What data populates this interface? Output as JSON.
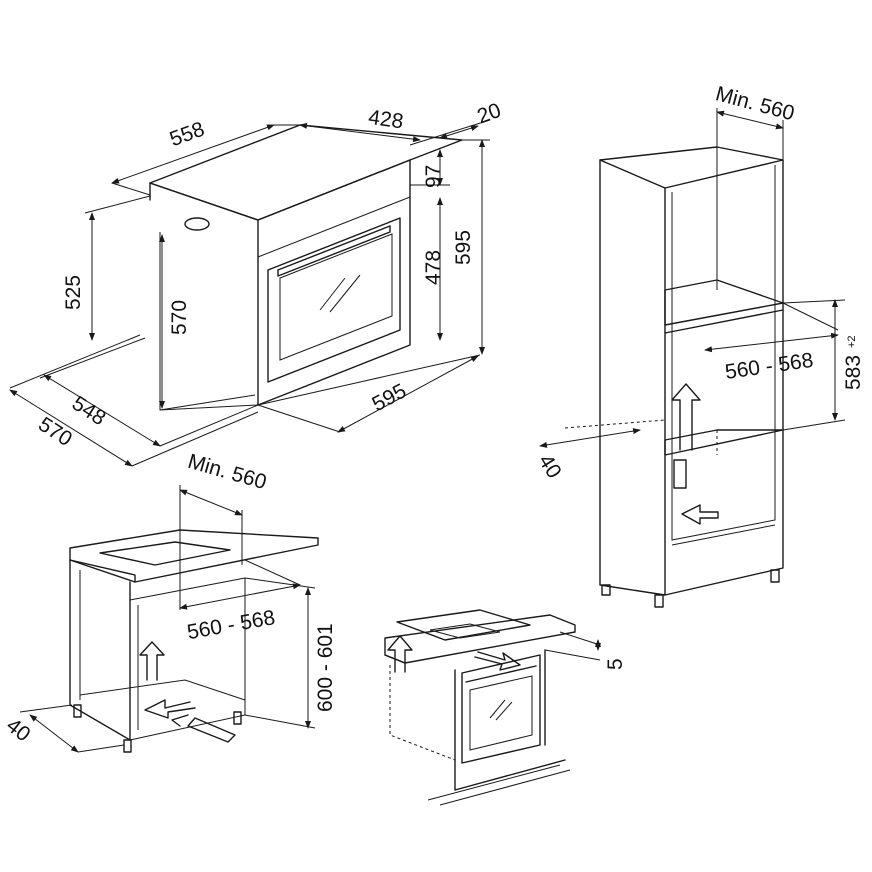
{
  "oven_dims": {
    "d558": "558",
    "d428": "428",
    "d20": "20",
    "d97": "97",
    "d595h": "595",
    "d478": "478",
    "d525": "525",
    "d570h": "570",
    "d595w": "595",
    "d548": "548",
    "d570d": "570"
  },
  "tall_cabinet": {
    "min560": "Min. 560",
    "w560_568": "560 - 568",
    "h583": "583",
    "h583_sup": "+2",
    "d40": "40"
  },
  "base_cabinet": {
    "min560": "Min. 560",
    "w560_568": "560 - 568",
    "h600_601": "600 - 601",
    "d40": "40"
  },
  "hob_detail": {
    "d5": "5"
  }
}
